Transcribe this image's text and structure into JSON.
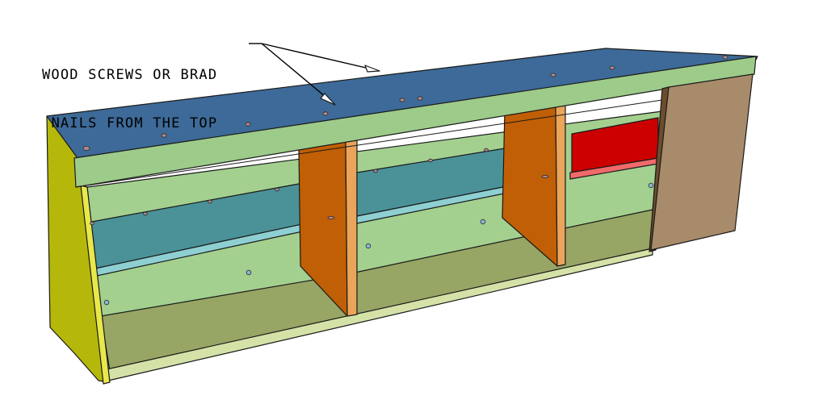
{
  "diagram": {
    "subject": "Wall cabinet / hutch assembly, isometric view",
    "callout": {
      "line1": "WOOD SCREWS OR BRAD",
      "line2": "NAILS FROM THE TOP",
      "arrow_targets": [
        "top-panel-center",
        "top-panel-back-edge"
      ]
    },
    "parts": [
      {
        "name": "top-panel",
        "color": "#3d6a98"
      },
      {
        "name": "front-top-rail",
        "color": "#9dcb8a"
      },
      {
        "name": "back-panel",
        "color": "#a3d08f"
      },
      {
        "name": "left-side-panel",
        "color": "#b5b80a"
      },
      {
        "name": "left-side-front-edge",
        "color": "#e8e84a"
      },
      {
        "name": "bottom-panel",
        "color": "#97a565"
      },
      {
        "name": "bottom-front-edge",
        "color": "#d4e2a8"
      },
      {
        "name": "left-shelf",
        "color": "#4a9298"
      },
      {
        "name": "middle-shelf",
        "color": "#4a9298"
      },
      {
        "name": "shelf-front-edge",
        "color": "#8ecfd2"
      },
      {
        "name": "divider-panels",
        "color": "#c05f05"
      },
      {
        "name": "divider-front-edges",
        "color": "#eaa55a"
      },
      {
        "name": "right-red-shelf",
        "color": "#cc0000"
      },
      {
        "name": "right-red-shelf-edge",
        "color": "#f06a6a"
      },
      {
        "name": "door-panel",
        "color": "#a88b6a"
      },
      {
        "name": "door-edge",
        "color": "#6b4d2e"
      }
    ]
  }
}
